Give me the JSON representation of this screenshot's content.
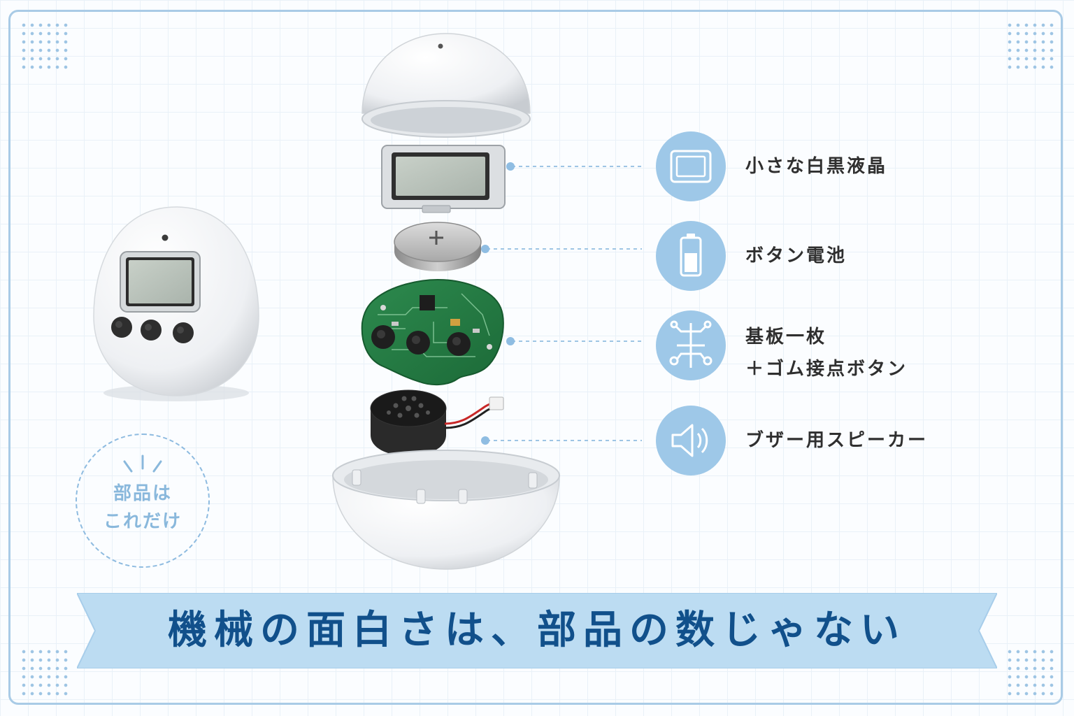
{
  "features": [
    {
      "icon": "lcd-screen-icon",
      "label": "小さな白黒液晶"
    },
    {
      "icon": "battery-icon",
      "label": "ボタン電池"
    },
    {
      "icon": "circuit-board-icon",
      "label_line1": "基板一枚",
      "label_line2": "＋ゴム接点ボタン"
    },
    {
      "icon": "speaker-icon",
      "label": "ブザー用スピーカー"
    }
  ],
  "badge": {
    "line1": "部品は",
    "line2": "これだけ"
  },
  "banner": {
    "text": "機械の面白さは、部品の数じゃない"
  },
  "colors": {
    "accent": "#9ec8e8",
    "banner_fill": "#bcdcf2",
    "banner_text": "#11508b",
    "badge": "#89b8dc"
  }
}
